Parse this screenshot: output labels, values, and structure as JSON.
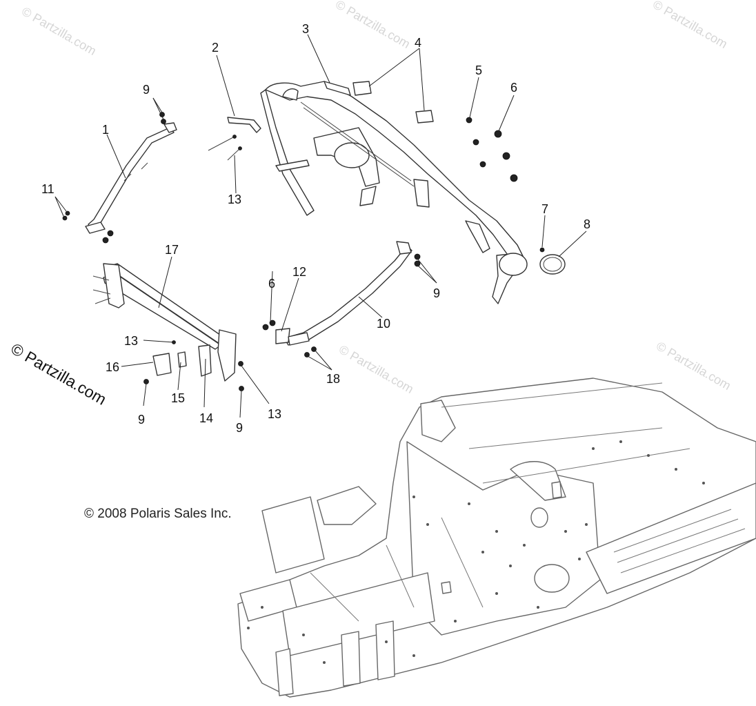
{
  "watermarks": {
    "main": "© Partzilla.com",
    "faint": "© Partzilla.com"
  },
  "copyright": "© 2008 Polaris Sales Inc.",
  "callouts": {
    "c1": "1",
    "c2": "2",
    "c3": "3",
    "c4": "4",
    "c5": "5",
    "c6a": "6",
    "c6b": "6",
    "c7": "7",
    "c8": "8",
    "c9a": "9",
    "c9b": "9",
    "c9c": "9",
    "c9d": "9",
    "c10": "10",
    "c11": "11",
    "c12": "12",
    "c13a": "13",
    "c13b": "13",
    "c13c": "13",
    "c14": "14",
    "c15": "15",
    "c16": "16",
    "c17": "17",
    "c18": "18"
  }
}
